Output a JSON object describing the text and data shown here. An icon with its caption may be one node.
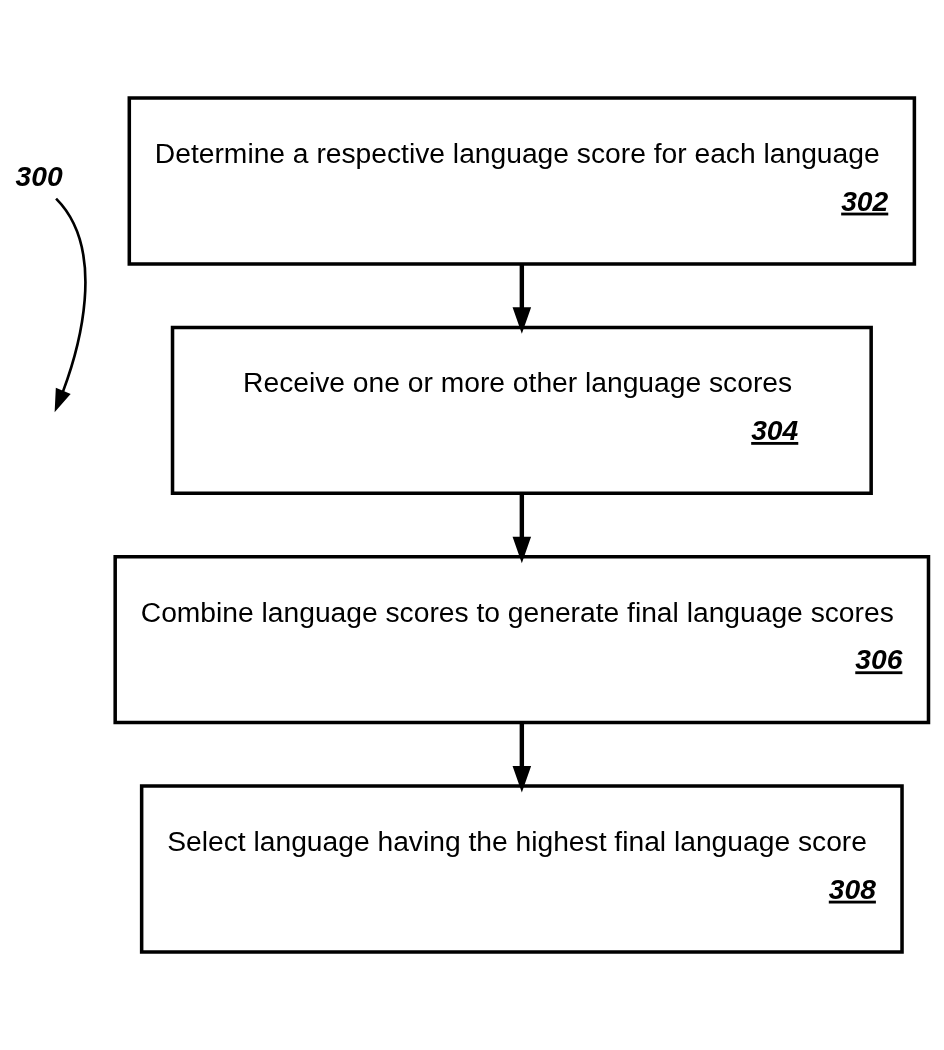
{
  "diagram": {
    "nodes": [
      {
        "text": [
          "300"
        ]
      },
      {
        "text": [
          "Determine a respective language score for each language",
          "302"
        ]
      },
      {
        "text": [
          "Receive one or more other language scores",
          "304"
        ]
      },
      {
        "text": [
          "Combine language scores to generate final language scores",
          "306"
        ]
      },
      {
        "text": [
          "Select language having the highest final language score",
          "308"
        ]
      }
    ],
    "edges": [
      {
        "from": 0,
        "to": null,
        "arrow": "to"
      },
      {
        "from": 1,
        "to": 2,
        "arrow": "to"
      },
      {
        "from": 2,
        "to": 3,
        "arrow": "to"
      },
      {
        "from": 3,
        "to": 4,
        "arrow": "to"
      }
    ]
  }
}
